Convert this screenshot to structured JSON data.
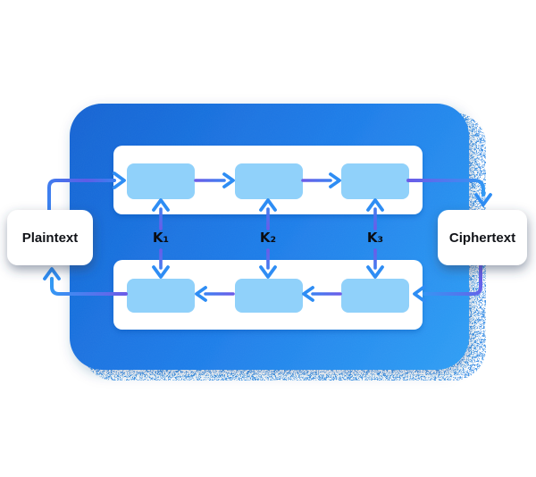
{
  "diagram": {
    "plaintext_label": "Plaintext",
    "ciphertext_label": "Ciphertext",
    "keys": [
      "K₁",
      "K₂",
      "K₃"
    ],
    "rows": [
      {
        "name": "encryption-row",
        "direction": "right",
        "block_count": 3
      },
      {
        "name": "decryption-row",
        "direction": "left",
        "block_count": 3
      }
    ],
    "colors": {
      "card_top_left": "#1463d2",
      "card_mid": "#1e7ce8",
      "card_bottom_right": "#2f9ef4",
      "row_bg": "#ffffff",
      "block_fill": "#90d1fa",
      "connector_purple": "#6c5ce8",
      "connector_blue": "#2e8df4",
      "label_text": "#111318"
    }
  }
}
